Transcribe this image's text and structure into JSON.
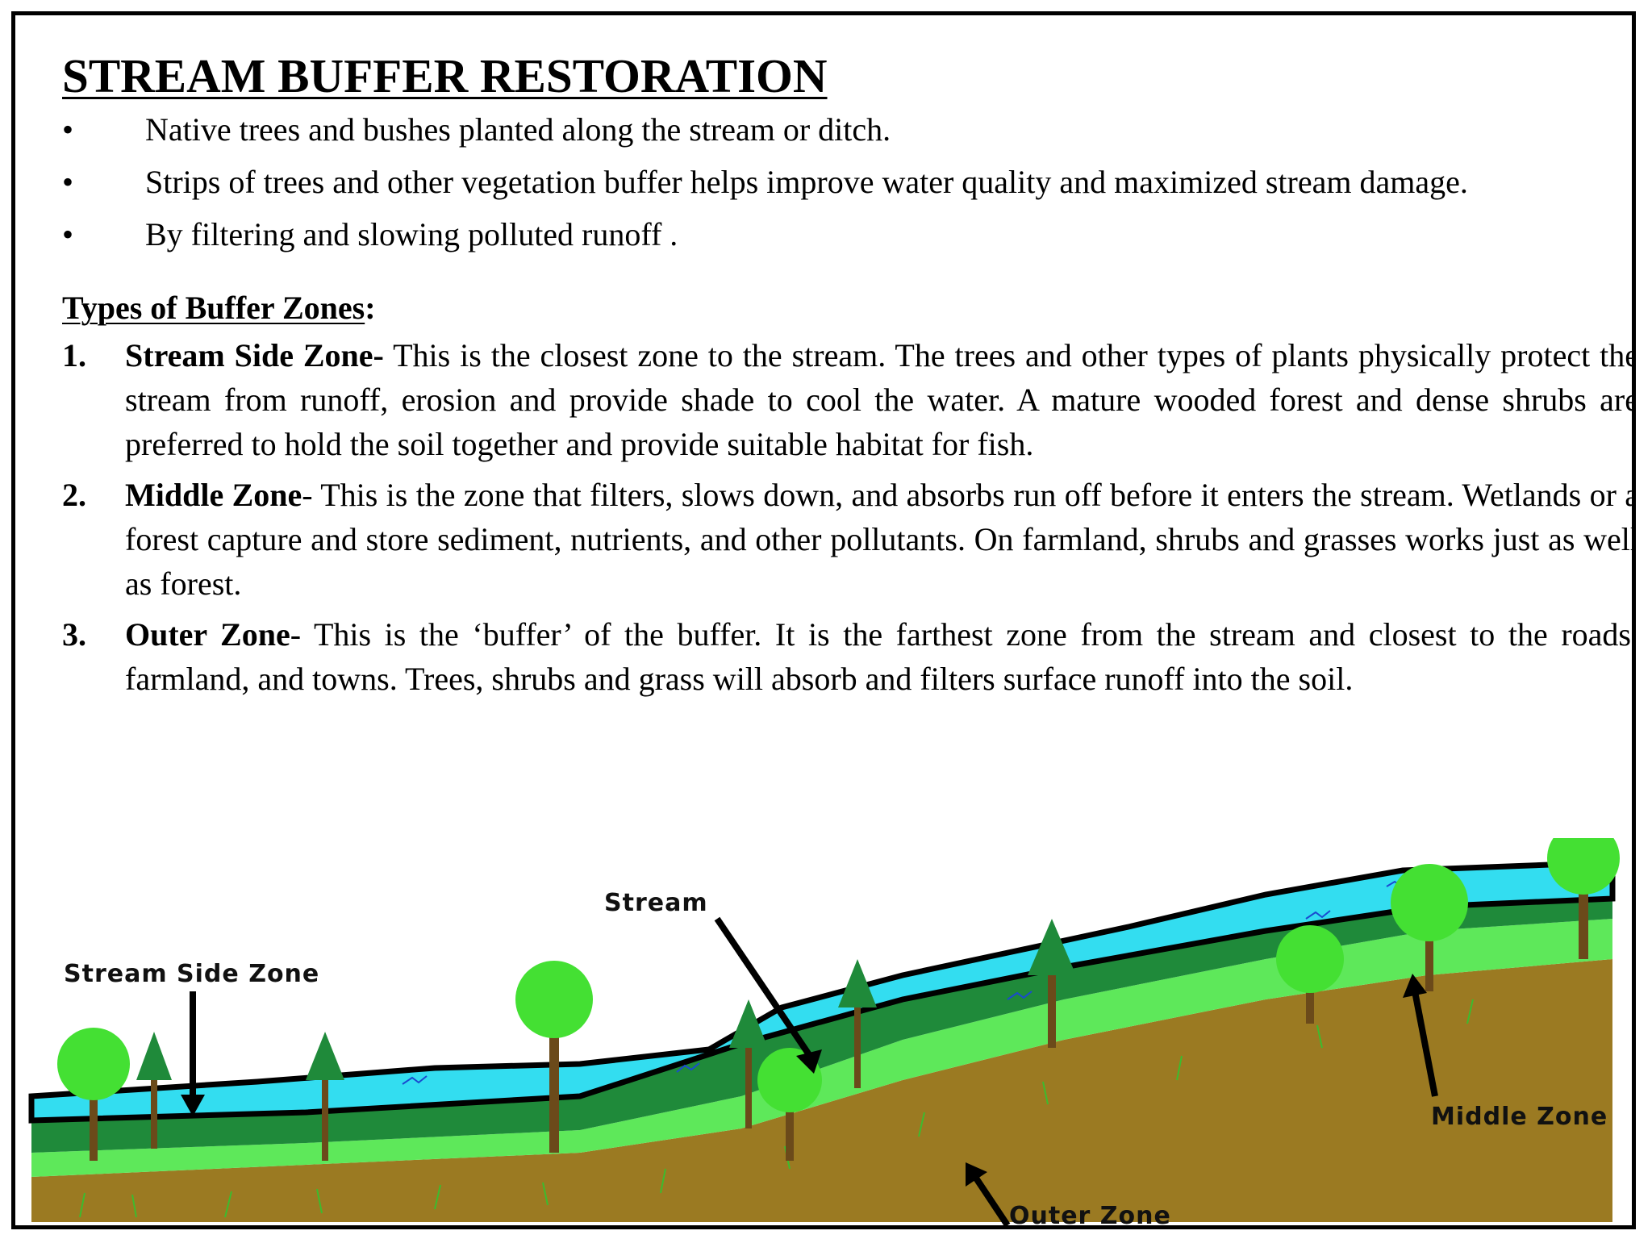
{
  "title": "STREAM BUFFER RESTORATION",
  "bullet_symbol": "•",
  "bullets": [
    "Native trees and bushes planted along the stream or ditch.",
    "Strips of trees and other vegetation buffer helps improve water quality and maximized stream damage.",
    "By filtering and slowing polluted runoff ."
  ],
  "types_heading": "Types of Buffer Zones",
  "types_heading_colon": ":",
  "zones": [
    {
      "number": "1.",
      "name": "Stream Side Zone-",
      "text": " This is the closest zone to the stream. The trees and other types of plants physically protect the stream from runoff, erosion and provide shade to cool the water. A mature wooded forest and dense shrubs are preferred to hold the soil together and provide suitable habitat for fish."
    },
    {
      "number": "2.",
      "name": "Middle Zone",
      "text": "- This is the zone that filters, slows down, and absorbs run off before it enters the stream. Wetlands or a forest capture and store sediment, nutrients, and other pollutants. On farmland, shrubs and grasses works just as well as forest."
    },
    {
      "number": "3.",
      "name": "Outer Zone",
      "text": "- This is the ‘buffer’ of the buffer. It is the farthest zone from the stream and closest to the roads, farmland, and towns. Trees, shrubs and grass will absorb and filters surface runoff into the soil."
    }
  ],
  "illustration_labels": {
    "stream": "Stream",
    "stream_side_zone": "Stream Side Zone",
    "middle_zone": "Middle Zone",
    "outer_zone": "Outer Zone"
  },
  "colors": {
    "water": "#33ddf0",
    "dark_green": "#1f8a3a",
    "light_green": "#5ee85a",
    "soil": "#9b7a22",
    "tree_canopy": "#44e033",
    "trunk": "#6b4a1a"
  }
}
